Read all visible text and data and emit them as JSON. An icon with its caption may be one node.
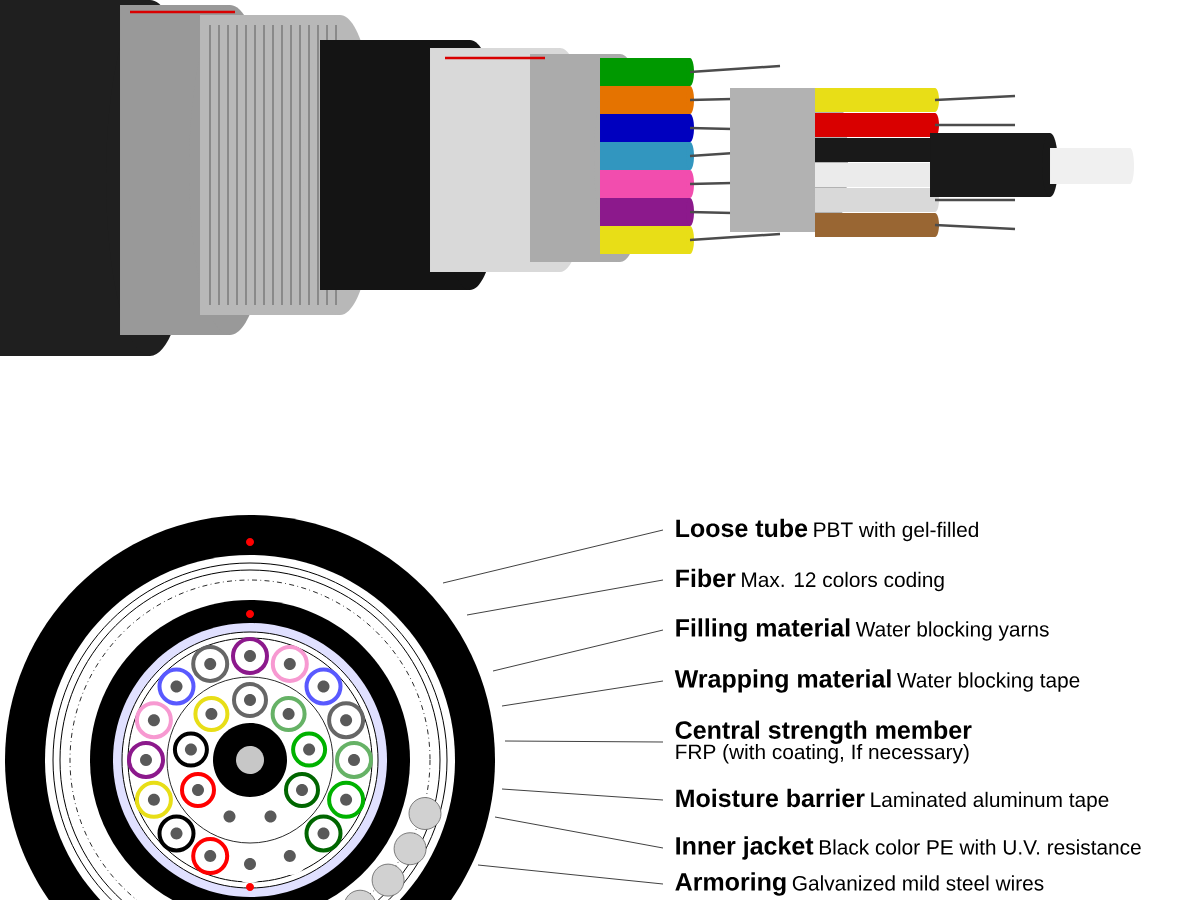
{
  "diagram": {
    "nodes": [
      {
        "text": [
          "Loose tube",
          "PBT with gel-filled"
        ]
      },
      {
        "text": [
          "Fiber",
          "Max. 12 colors coding"
        ]
      },
      {
        "text": [
          "Filling material",
          "Water blocking yarns"
        ]
      },
      {
        "text": [
          "Wrapping material",
          "Water blocking tape"
        ]
      },
      {
        "text": [
          "Central strength member",
          "FRP (with coating, If necessary)"
        ]
      },
      {
        "text": [
          "Moisture barrier",
          "Laminated aluminum tape"
        ]
      },
      {
        "text": [
          "Inner jacket",
          "Black color PE with U.V. resistance"
        ]
      },
      {
        "text": [
          "Armoring",
          "Galvanized mild steel wires"
        ]
      }
    ],
    "edges": [
      {
        "from": 0,
        "to": null,
        "arrow": "none"
      },
      {
        "from": 1,
        "to": null,
        "arrow": "none"
      },
      {
        "from": 2,
        "to": null,
        "arrow": "none"
      },
      {
        "from": 3,
        "to": null,
        "arrow": "none"
      },
      {
        "from": 4,
        "to": null,
        "arrow": "none"
      },
      {
        "from": 5,
        "to": null,
        "arrow": "none"
      },
      {
        "from": 6,
        "to": null,
        "arrow": "none"
      },
      {
        "from": 7,
        "to": null,
        "arrow": "none"
      }
    ]
  }
}
